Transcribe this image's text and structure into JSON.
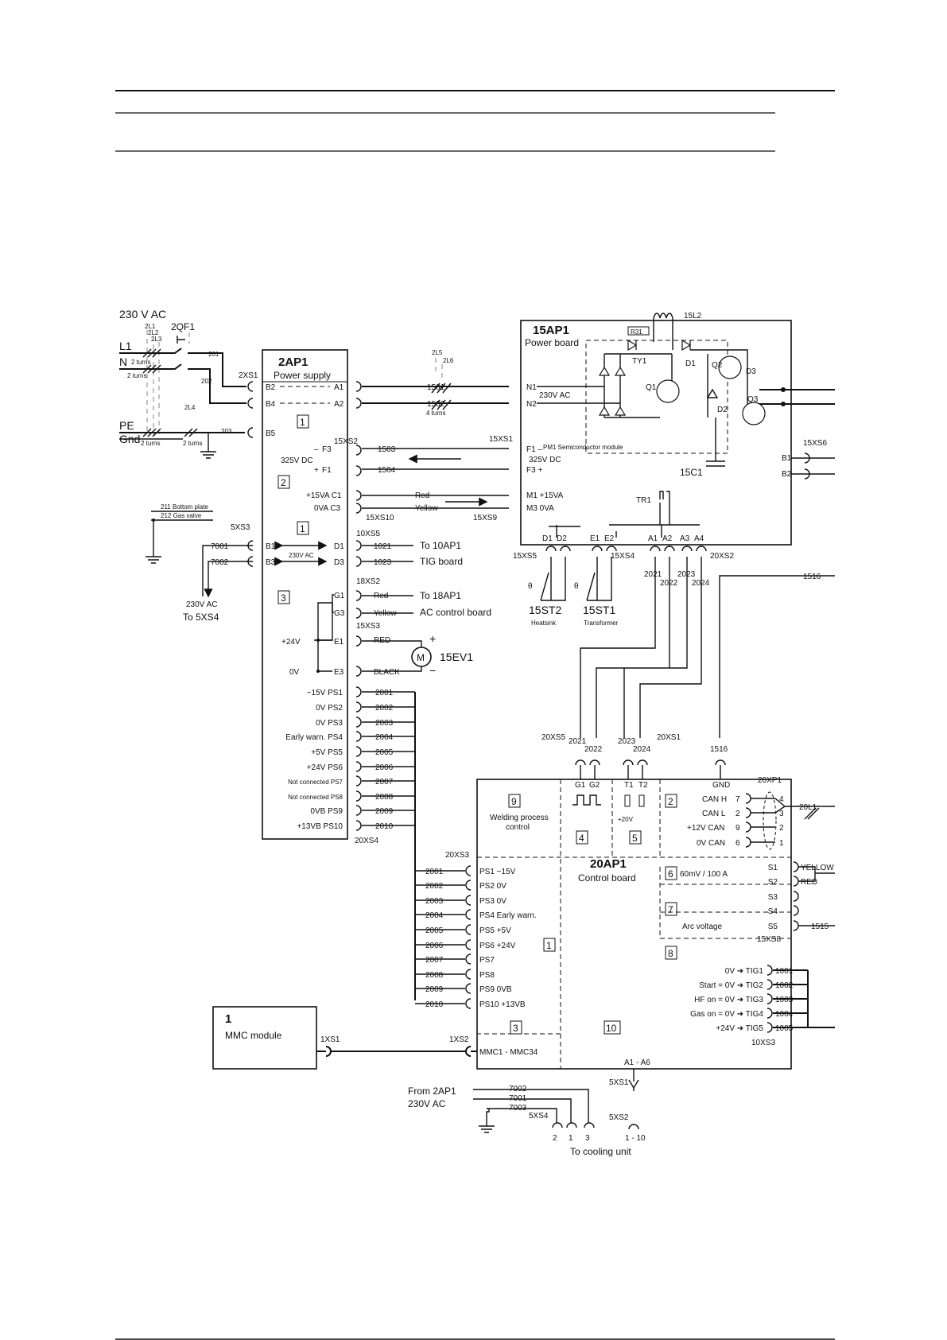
{
  "supply": {
    "title": "230 V AC",
    "l1": "L1",
    "n": "N",
    "pe": "PE",
    "gnd": "Gnd",
    "qf": "2QF1",
    "l1c": "2L1",
    "l2c": "2L2",
    "l3c": "2L3",
    "l4c": "2L4",
    "turns2": "2 turns"
  },
  "ps": {
    "id": "2AP1",
    "name": "Power supply",
    "xs1": "2XS1",
    "b2": "B2",
    "b4": "B4",
    "b5": "B5",
    "a1": "A1",
    "a2": "A2",
    "w201": "201",
    "w202": "202",
    "w203": "203",
    "sec1": "1",
    "sec2": "2",
    "sec1b": "1",
    "sec3": "3",
    "xs2": "15XS2",
    "f3l": "F3",
    "f1l": "F1",
    "minus": "–",
    "plus": "+",
    "dc": "325V DC",
    "c1l": "+15VA  C1",
    "c3l": "0VA  C3",
    "xs10": "15XS10",
    "xs5": "10XS5",
    "d1": "D1",
    "d3": "D3",
    "b1": "B1",
    "b3": "B3",
    "ac": "230V AC",
    "xs2b": "18XS2",
    "g1": "G1",
    "g3": "G3",
    "e1": "E1",
    "e3": "E3",
    "p24": "+24V",
    "z0": "0V",
    "xs3b": "15XS3",
    "xs4": "20XS4",
    "pins": [
      {
        "l": "−15V  PS1",
        "w": "2001"
      },
      {
        "l": "0V  PS2",
        "w": "2002"
      },
      {
        "l": "0V  PS3",
        "w": "2003"
      },
      {
        "l": "Early warn.  PS4",
        "w": "2004"
      },
      {
        "l": "+5V  PS5",
        "w": "2005"
      },
      {
        "l": "+24V  PS6",
        "w": "2006"
      },
      {
        "l": "Not connected  PS7",
        "w": "2007"
      },
      {
        "l": "Not connected  PS8",
        "w": "2008"
      },
      {
        "l": "0VB  PS9",
        "w": "2009"
      },
      {
        "l": "+13VB  PS10",
        "w": "2010"
      }
    ]
  },
  "mid": {
    "l5": "2L5",
    "l6": "2L6",
    "turns4": "4 turns",
    "w1501": "1501",
    "w1502": "1502",
    "w1503": "1503",
    "w1504": "1504",
    "red": "Red",
    "yellow": "Yellow",
    "w1021": "1021",
    "w1023": "1023",
    "to10": "To 10AP1",
    "tig": "TIG board",
    "to18": "To 18AP1",
    "acb": "AC control board",
    "red2": "Red",
    "yel2": "Yellow",
    "redc": "RED",
    "blackc": "BLACK",
    "mp": "+",
    "mm": "−",
    "mot": "M",
    "ev": "15EV1"
  },
  "left": {
    "p211": "211 Bottom plate",
    "p212": "212 Gas valve",
    "xs3": "5XS3",
    "w7001": "7001",
    "w7002": "7002",
    "ac": "230V AC",
    "to5": "To 5XS4"
  },
  "pb": {
    "id": "15AP1",
    "name": "Power board",
    "l2": "15L2",
    "r31": "R31",
    "ty1": "TY1",
    "d1": "D1",
    "d2": "D2",
    "d3": "D3",
    "q1": "Q1",
    "q2": "Q2",
    "q3": "Q3",
    "pm1": "PM1  Semiconductor module",
    "n1": "N1",
    "n2": "N2",
    "ac": "230V AC",
    "xs1": "15XS1",
    "f1": "F1  –",
    "f3": "F3  +",
    "dc": "325V DC",
    "m1": "M1  +15VA",
    "m3": "M3  0VA",
    "xs9": "15XS9",
    "c1": "15C1",
    "tr1": "TR1",
    "xs6": "15XS6",
    "b1": "B1",
    "b2": "B2",
    "bot": [
      "D1",
      "D2",
      "E1",
      "E2",
      "A1",
      "A2",
      "A3",
      "A4"
    ],
    "xs5": "15XS5",
    "xs4": "15XS4",
    "xs2": "20XS2",
    "st2": "15ST2",
    "hs": "Heatsink",
    "st1": "15ST1",
    "tf": "Transformer",
    "w2021": "2021",
    "w2022": "2022",
    "w2023": "2023",
    "w2024": "2024",
    "w1516": "1516"
  },
  "cb": {
    "id": "20AP1",
    "name": "Control board",
    "xs5": "20XS5",
    "xs1": "20XS1",
    "g1": "G1",
    "g2": "G2",
    "t1": "T1",
    "t2": "T2",
    "gnd": "GND",
    "p20": "+20V",
    "w2021": "2021",
    "w2022": "2022",
    "w2023": "2023",
    "w2024": "2024",
    "w1516": "1516",
    "s9": "9",
    "wpc1": "Welding process",
    "wpc2": "control",
    "s4": "4",
    "s5": "5",
    "s2": "2",
    "canh": "CAN H",
    "canl": "CAN L",
    "can12": "+12V CAN",
    "can0": "0V CAN",
    "cn": [
      "7",
      "2",
      "9",
      "6"
    ],
    "cx": [
      "4",
      "3",
      "2",
      "1"
    ],
    "xp1": "20XP1",
    "l1": "20L1",
    "xs3": "20XS3",
    "pins": [
      {
        "w": "2001",
        "l": "PS1  −15V"
      },
      {
        "w": "2002",
        "l": "PS2  0V"
      },
      {
        "w": "2003",
        "l": "PS3  0V"
      },
      {
        "w": "2004",
        "l": "PS4  Early warn."
      },
      {
        "w": "2005",
        "l": "PS5  +5V"
      },
      {
        "w": "2006",
        "l": "PS6  +24V"
      },
      {
        "w": "2007",
        "l": "PS7"
      },
      {
        "w": "2008",
        "l": "PS8"
      },
      {
        "w": "2009",
        "l": "PS9  0VB"
      },
      {
        "w": "2010",
        "l": "PS10  +13VB"
      }
    ],
    "s1": "1",
    "s6": "6",
    "shunt": "60mV / 100 A",
    "s7": "7",
    "arc": "Arc voltage",
    "s8": "8",
    "s3": "3",
    "s10": "10",
    "spins": [
      "S1",
      "S2",
      "S3",
      "S4",
      "S5"
    ],
    "yellow": "YELLOW",
    "red": "RED",
    "w1515": "1515",
    "xs8": "15XS8",
    "tigs": [
      {
        "l": "0V ➜  TIG1",
        "w": "1001"
      },
      {
        "l": "Start = 0V ➜  TIG2",
        "w": "1002"
      },
      {
        "l": "HF on = 0V ➜  TIG3",
        "w": "1003"
      },
      {
        "l": "Gas on = 0V ➜  TIG4",
        "w": "1004"
      },
      {
        "l": "+24V ➜  TIG5",
        "w": "1005"
      }
    ],
    "xs3b": "10XS3",
    "xs2": "1XS2",
    "mmc": "MMC1 - MMC34",
    "a16": "A1 - A6"
  },
  "mmc": {
    "num": "1",
    "name": "MMC module",
    "xs1": "1XS1"
  },
  "cool": {
    "from1": "From 2AP1",
    "from2": "230V AC",
    "w7002": "7002",
    "w7001": "7001",
    "w7003": "7003",
    "xs4": "5XS4",
    "p2": "2",
    "p1": "1",
    "p3": "3",
    "xs1": "5XS1",
    "xs2": "5XS2",
    "p110": "1 - 10",
    "to": "To cooling unit"
  }
}
